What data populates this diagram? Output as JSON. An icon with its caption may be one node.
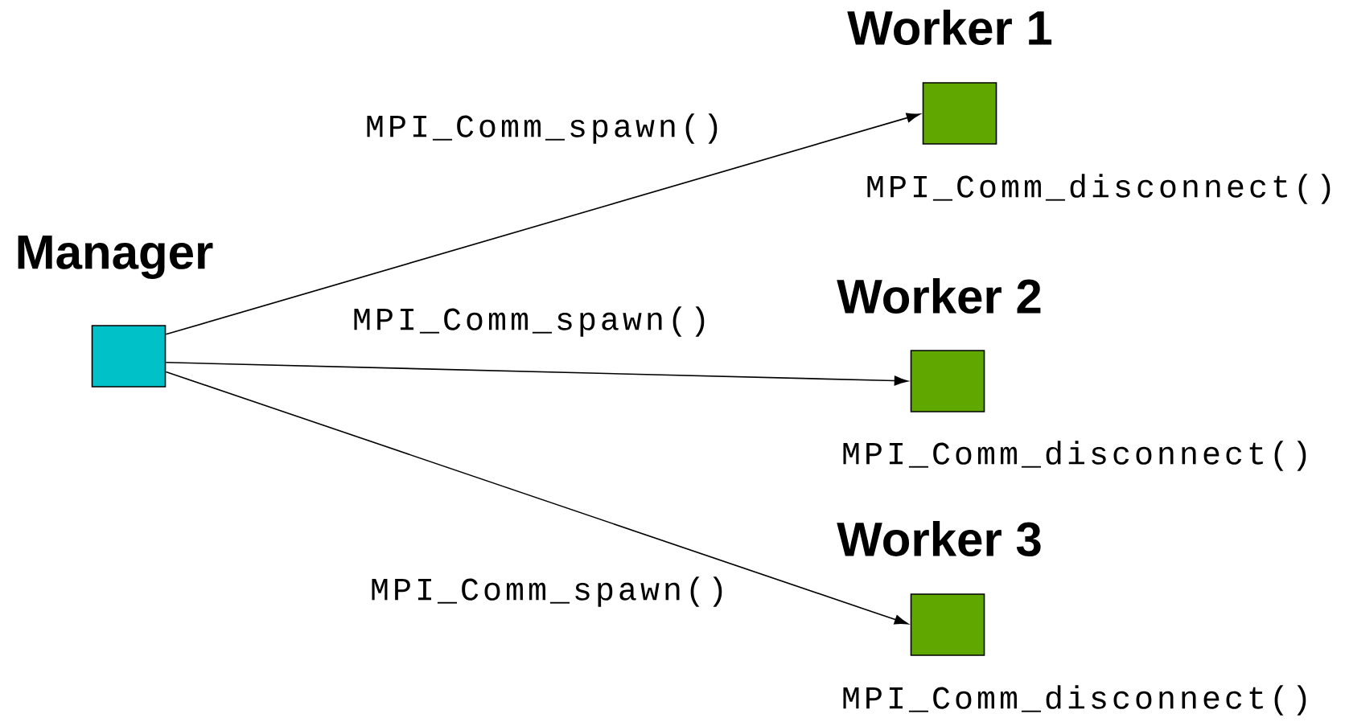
{
  "diagram": {
    "nodes": [
      {
        "text": [
          "Manager"
        ]
      },
      {
        "text": [
          "Worker 1"
        ],
        "beside": [
          "MPI_Comm_disconnect()"
        ]
      },
      {
        "text": [
          "Worker 2"
        ],
        "beside": [
          "MPI_Comm_disconnect()"
        ]
      },
      {
        "text": [
          "Worker 3"
        ],
        "beside": [
          "MPI_Comm_disconnect()"
        ]
      }
    ],
    "edges": [
      {
        "from": 0,
        "to": 1,
        "arrow": "to",
        "label": "MPI_Comm_spawn()"
      },
      {
        "from": 0,
        "to": 2,
        "arrow": "to",
        "label": "MPI_Comm_spawn()"
      },
      {
        "from": 0,
        "to": 3,
        "arrow": "to",
        "label": "MPI_Comm_spawn()"
      }
    ]
  }
}
